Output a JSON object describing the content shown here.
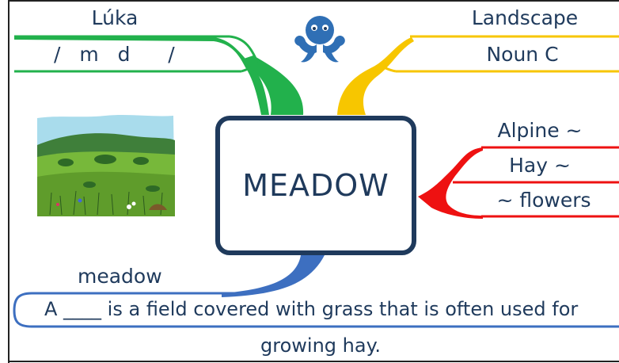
{
  "center": {
    "word": "MEADOW"
  },
  "top_left": {
    "translation": "Lúka",
    "pronunciation": "/  m  d    /"
  },
  "top_right": {
    "word_type": "Landscape",
    "noun_type": "Noun C"
  },
  "right": {
    "collocations": [
      "Alpine ~",
      "Hay ~",
      "~ flowers"
    ]
  },
  "bottom": {
    "word": "meadow",
    "sentence_line1": "A ____ is a field covered with grass that is often used for",
    "sentence_line2": "growing hay."
  },
  "colors": {
    "green": "#22b14c",
    "yellow": "#f7c600",
    "red": "#ee1111",
    "blue": "#3d6fc0",
    "navy": "#1f3a5c"
  },
  "icons": [
    "octopus-logo-icon",
    "meadow-landscape-illustration"
  ]
}
